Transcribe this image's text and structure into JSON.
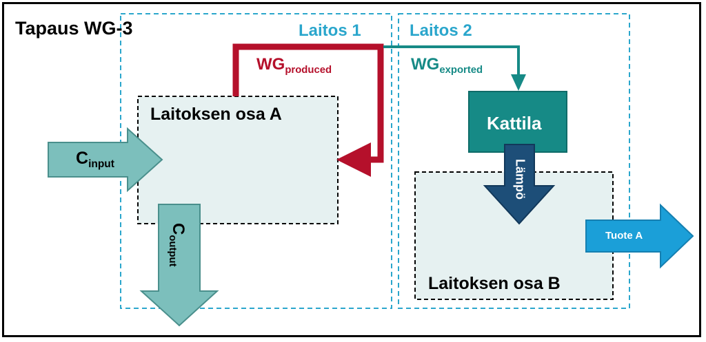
{
  "title": "Tapaus WG-3",
  "plant1": {
    "label": "Laitos 1"
  },
  "plant2": {
    "label": "Laitos 2"
  },
  "part_a": {
    "label": "Laitoksen osa A"
  },
  "part_b": {
    "label": "Laitoksen osa B"
  },
  "boiler": {
    "label": "Kattila"
  },
  "wg_produced": {
    "main": "WG",
    "sub": "produced"
  },
  "wg_exported": {
    "main": "WG",
    "sub": "exported"
  },
  "c_input": {
    "main": "C",
    "sub": "input"
  },
  "c_output": {
    "main": "C",
    "sub": "output"
  },
  "heat": {
    "label": "Lämpö"
  },
  "product_a": {
    "label": "Tuote A"
  },
  "colors": {
    "plant_border": "#2aa6cc",
    "plant_text": "#2aa6cc",
    "part_fill": "#e6f1f1",
    "teal": "#168a86",
    "teal_dark": "#0e6b68",
    "red": "#b5102b",
    "arrow_teal_fill": "#7cbfbc",
    "arrow_teal_stroke": "#4a8f8c",
    "heat_fill": "#1d4e78",
    "product_fill": "#1b9fd8"
  }
}
